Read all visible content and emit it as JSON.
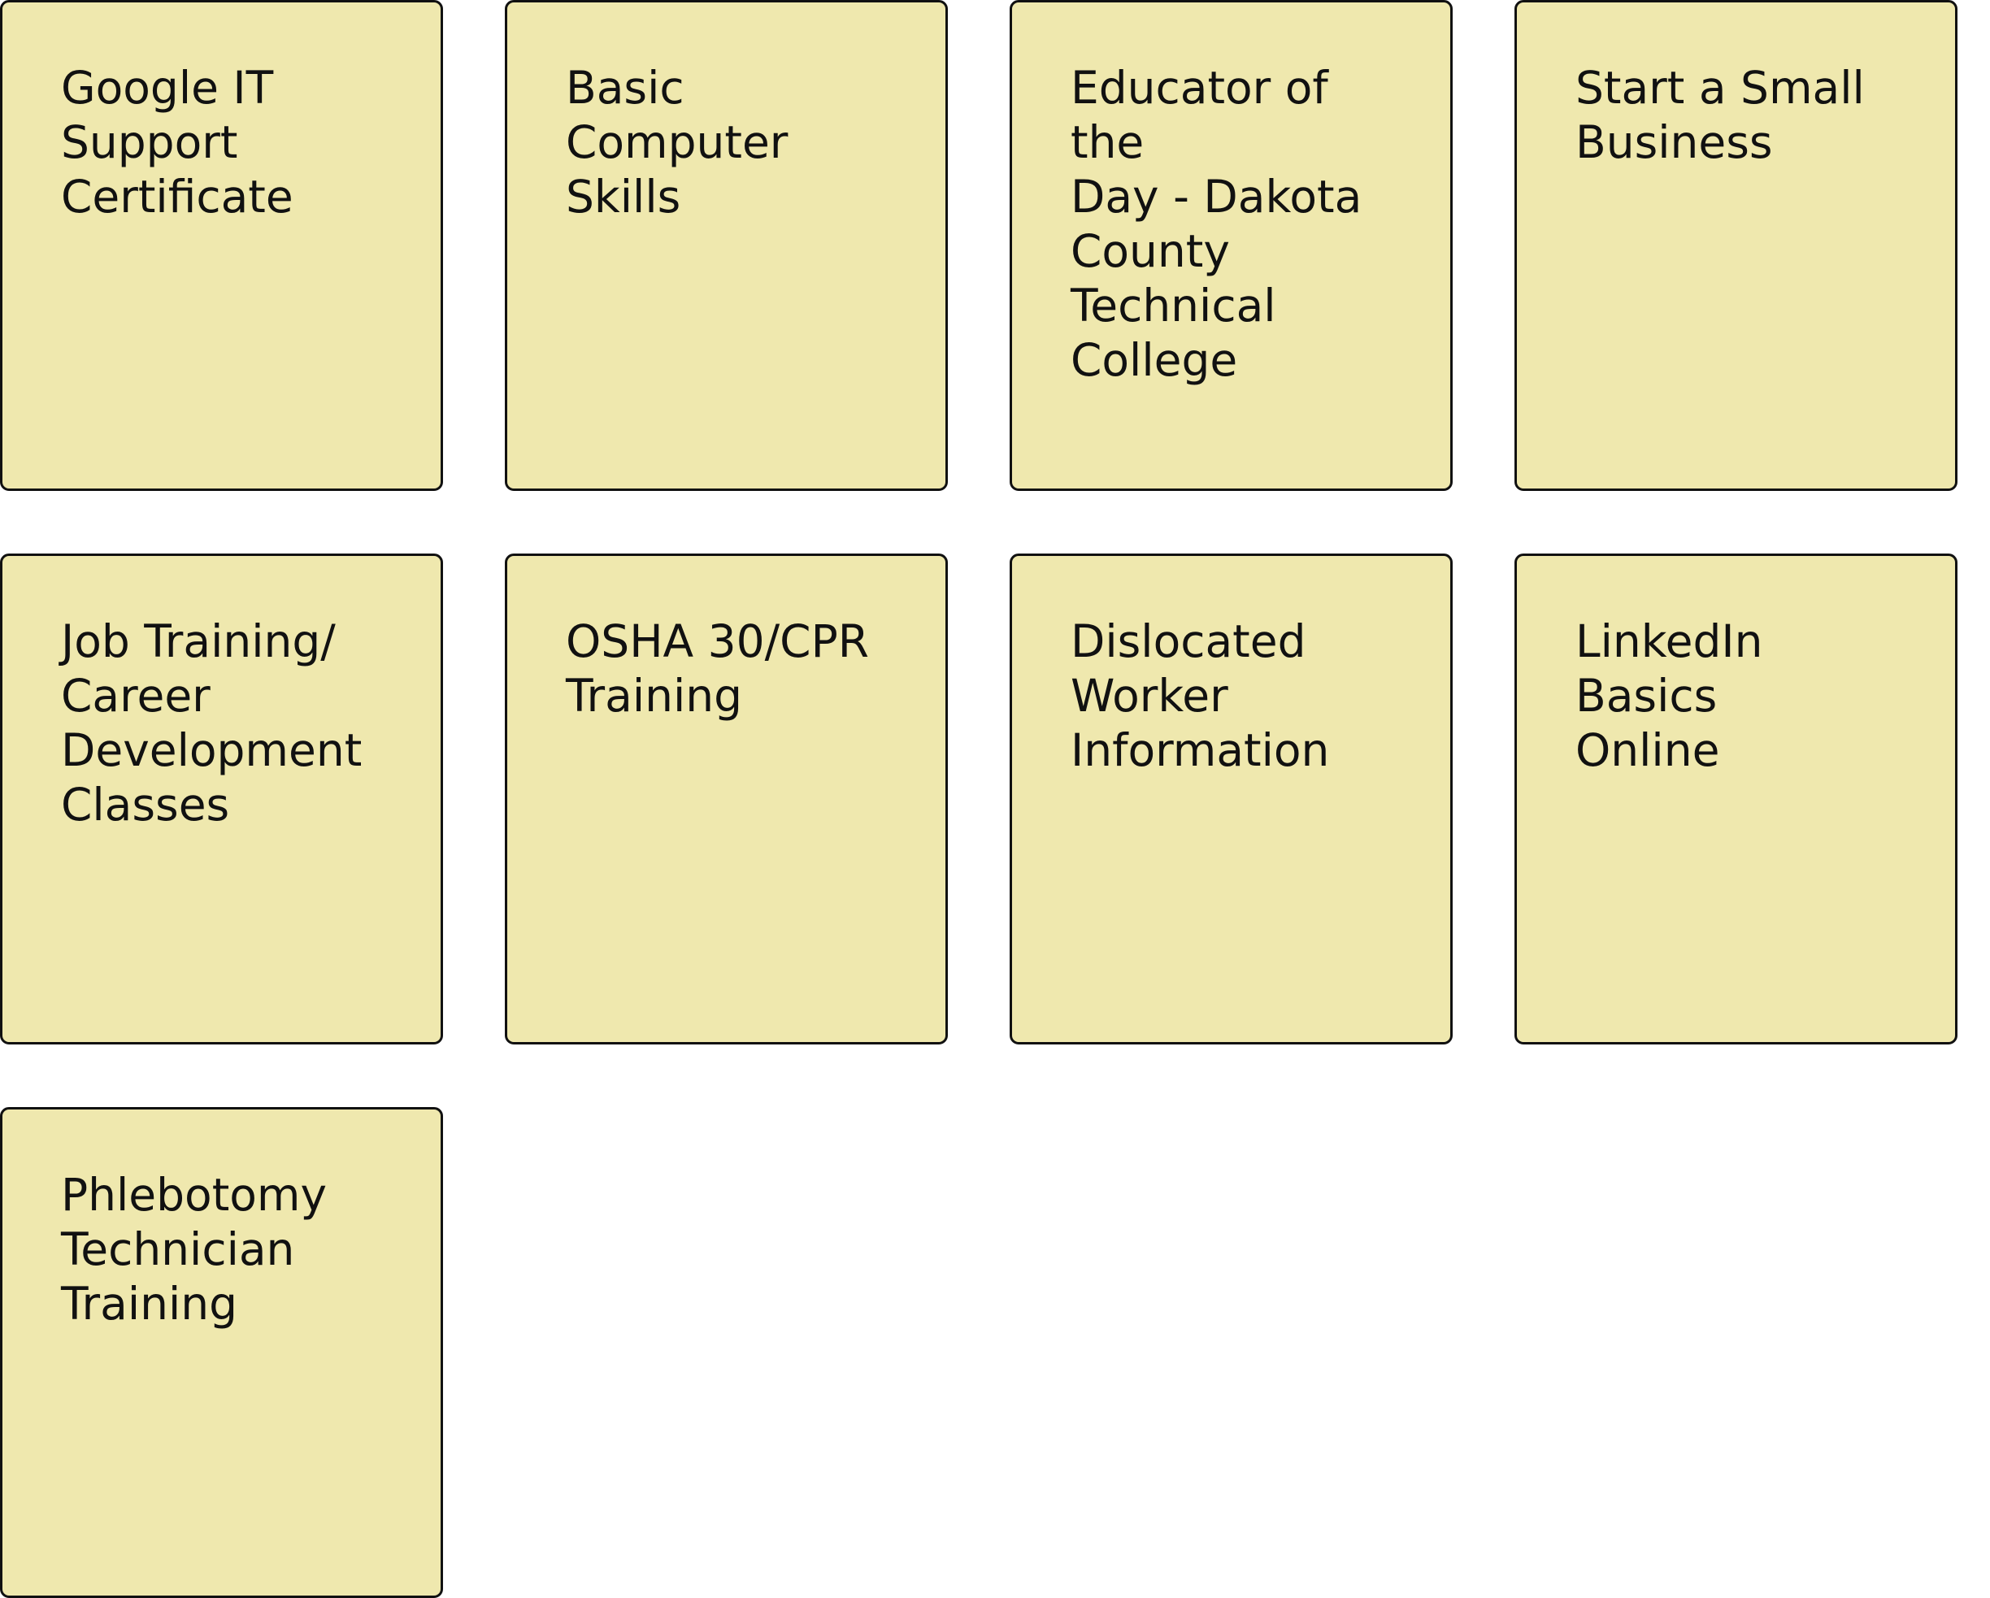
{
  "board": {
    "note_color": "#efe8ae",
    "notes": [
      {
        "text": "Google IT\nSupport\nCertificate"
      },
      {
        "text": "Basic\nComputer\nSkills"
      },
      {
        "text": "Educator of the\nDay - Dakota\nCounty\nTechnical\nCollege"
      },
      {
        "text": "Start a Small\nBusiness"
      },
      {
        "text": "Job Training/\nCareer\nDevelopment\nClasses"
      },
      {
        "text": "OSHA 30/CPR\nTraining"
      },
      {
        "text": "Dislocated\nWorker\nInformation"
      },
      {
        "text": "LinkedIn Basics\nOnline"
      },
      {
        "text": "Phlebotomy\nTechnician\nTraining"
      }
    ]
  }
}
